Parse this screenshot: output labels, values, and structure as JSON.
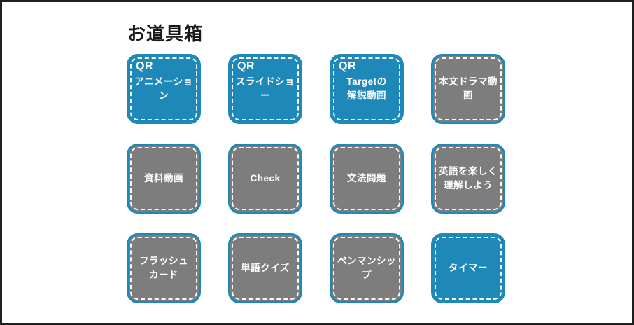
{
  "page": {
    "title": "お道具箱"
  },
  "colors": {
    "blue": "#1e88b8",
    "gray": "#7d7d7d",
    "frame": "#1f1f1f",
    "label_text": "#ffffff"
  },
  "tiles": [
    {
      "qr": "QR",
      "label": "アニメーション",
      "color": "blue"
    },
    {
      "qr": "QR",
      "label": "スライドショー",
      "color": "blue"
    },
    {
      "qr": "QR",
      "label": "Targetの\n解説動画",
      "color": "blue"
    },
    {
      "label": "本文ドラマ動画",
      "color": "gray"
    },
    {
      "label": "資料動画",
      "color": "gray"
    },
    {
      "label": "Check",
      "color": "gray"
    },
    {
      "label": "文法問題",
      "color": "gray"
    },
    {
      "label": "英語を楽しく\n理解しよう",
      "color": "gray"
    },
    {
      "label": "フラッシュ\nカード",
      "color": "gray"
    },
    {
      "label": "単語クイズ",
      "color": "gray"
    },
    {
      "label": "ペンマンシップ",
      "color": "gray"
    },
    {
      "label": "タイマー",
      "color": "blue"
    }
  ]
}
